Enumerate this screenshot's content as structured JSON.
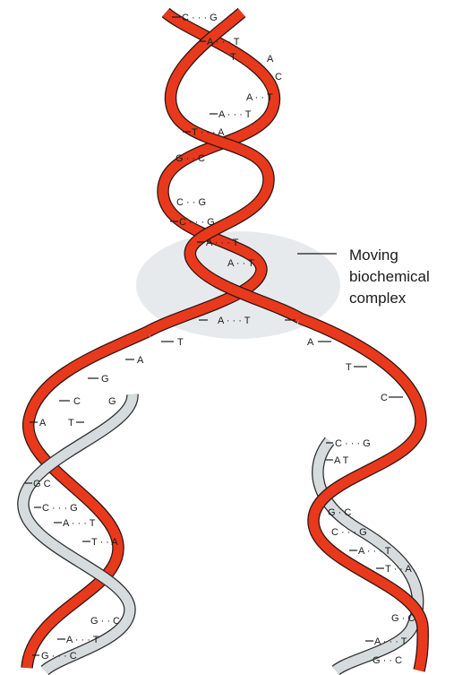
{
  "callout": {
    "line1": "Moving",
    "line2": "biochemical",
    "line3": "complex"
  },
  "colors": {
    "parent_strand": "#e8391d",
    "new_strand": "#d6dcde",
    "complex": "#dfe3e6"
  },
  "base_pairs": {
    "top": [
      "C · · · G",
      "A · · · T",
      "T",
      "A",
      "C",
      "A · · T",
      "A · · · T",
      "T · · · A",
      "G · · C",
      "C · · G",
      "C · · · G",
      "A · · · T",
      "A · · T",
      "A · · · T"
    ],
    "left_arm": [
      "T",
      "A",
      "G",
      "C",
      "G",
      "A",
      "T",
      "G C",
      "C · · · G",
      "A · · · T",
      "T · · A",
      "G · · C",
      "A · · · T",
      "G · · · C"
    ],
    "right_arm": [
      "A",
      "T",
      "C",
      "C · · · G",
      "A T",
      "G · C",
      "C · · · G",
      "A · · · T",
      "T · · A",
      "G · C",
      "A · · · T",
      "G · · C"
    ]
  }
}
